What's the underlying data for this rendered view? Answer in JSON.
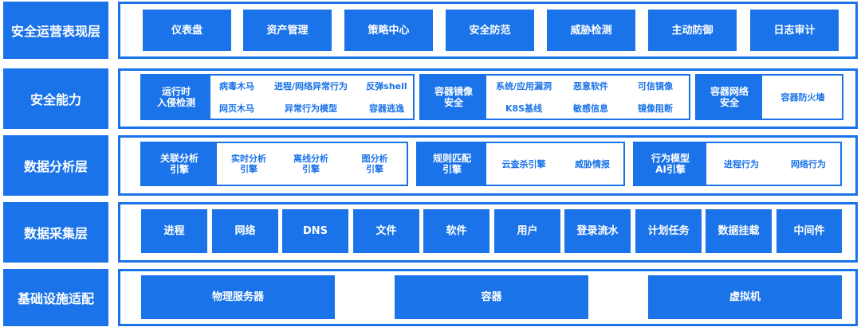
{
  "layers": [
    {
      "label": "安全运营表现层"
    },
    {
      "label": "安全能力"
    },
    {
      "label": "数据分析层"
    },
    {
      "label": "数据采集层"
    },
    {
      "label": "基础设施适配"
    }
  ],
  "presentation": {
    "items": [
      "仪表盘",
      "资产管理",
      "策略中心",
      "安全防范",
      "威胁检测",
      "主动防御",
      "日志审计"
    ]
  },
  "capability": {
    "runtime": {
      "title_line1": "运行时",
      "title_line2": "入侵检测",
      "items": [
        "病毒木马",
        "进程/网络异常行为",
        "反弹shell",
        "网页木马",
        "异常行为模型",
        "容器逃逸"
      ]
    },
    "image": {
      "title_line1": "容器镜像",
      "title_line2": "安全",
      "items": [
        "系统/应用漏洞",
        "恶意软件",
        "可信镜像",
        "K8S基线",
        "敏感信息",
        "镜像阻断"
      ]
    },
    "network": {
      "title_line1": "容器网络",
      "title_line2": "安全",
      "item": "容器防火墙"
    }
  },
  "analysis": {
    "correlation": {
      "title_line1": "关联分析",
      "title_line2": "引擎",
      "items": [
        {
          "line1": "实时分析",
          "line2": "引擎"
        },
        {
          "line1": "离线分析",
          "line2": "引擎"
        },
        {
          "line1": "图分析",
          "line2": "引擎"
        }
      ]
    },
    "rule": {
      "title_line1": "规则匹配",
      "title_line2": "引擎",
      "items": [
        "云查杀引擎",
        "威胁情报"
      ]
    },
    "behavior": {
      "title_line1": "行为模型",
      "title_line2": "AI引擎",
      "items": [
        "进程行为",
        "网络行为"
      ]
    }
  },
  "collection": {
    "items": [
      "进程",
      "网络",
      "DNS",
      "文件",
      "软件",
      "用户",
      "登录流水",
      "计划任务",
      "数据挂载",
      "中间件"
    ]
  },
  "infrastructure": {
    "items": [
      "物理服务器",
      "容器",
      "虚拟机"
    ]
  }
}
